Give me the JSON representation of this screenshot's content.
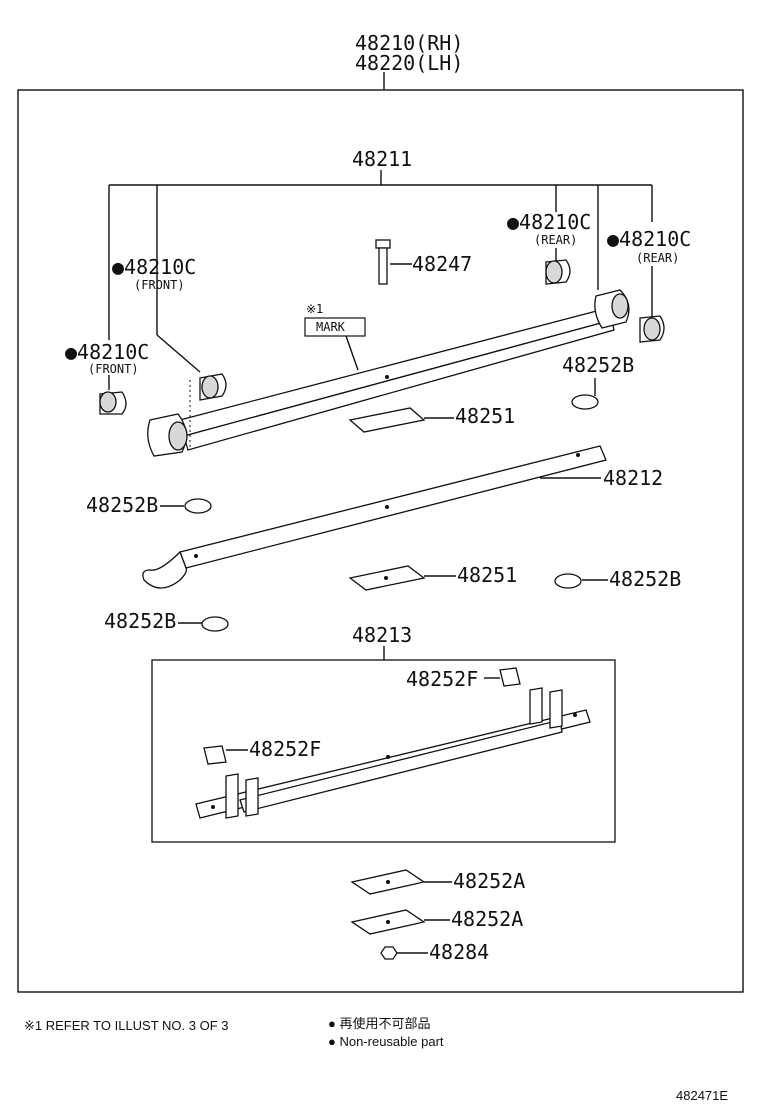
{
  "title": {
    "line1": "48210(RH)",
    "line2": "48220(LH)"
  },
  "labels": {
    "main_leaf": "48211",
    "bush_front_upper": "●48210C",
    "bush_front_upper_sub": "(FRONT)",
    "bush_front_lower": "●48210C",
    "bush_front_lower_sub": "(FRONT)",
    "bush_rear_left": "●48210C",
    "bush_rear_left_sub": "(REAR)",
    "bush_rear_right": "●48210C",
    "bush_rear_right_sub": "(REAR)",
    "bolt": "48247",
    "mark_ref": "※1",
    "mark": "MARK",
    "bumper_right_top": "48252B",
    "liner_top": "48251",
    "leaf2": "48212",
    "bumper_left_mid": "48252B",
    "liner_mid": "48251",
    "bumper_right_mid": "48252B",
    "bumper_left_low": "48252B",
    "leaf3": "48213",
    "clip_top": "48252F",
    "clip_left": "48252F",
    "spacer_1": "48252A",
    "spacer_2": "48252A",
    "nut": "48284"
  },
  "footer": {
    "refer_note": "※1 REFER TO ILLUST NO. 3 OF 3",
    "legend_jp": "● 再使用不可部品",
    "legend_en": "● Non-reusable part",
    "diagram_id": "482471E"
  }
}
